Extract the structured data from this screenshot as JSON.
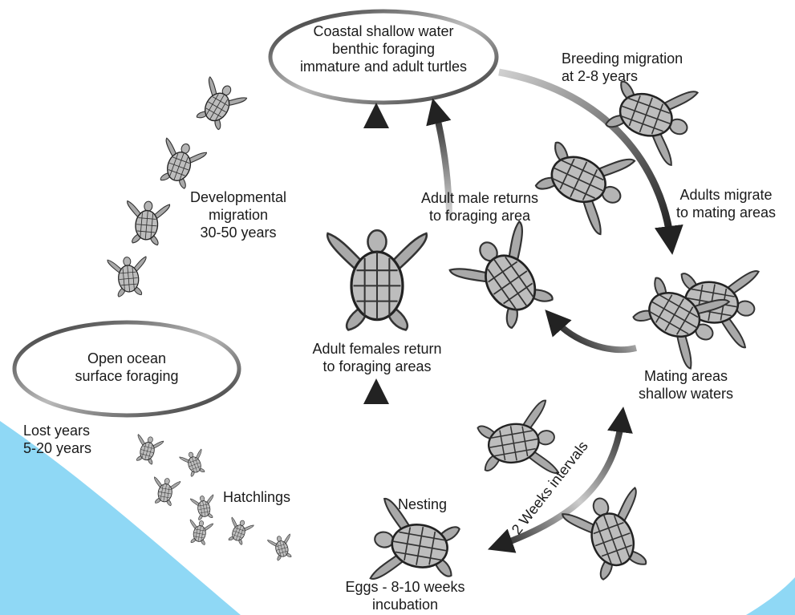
{
  "colors": {
    "background": "#ffffff",
    "corner_accent": "#8fd8f5",
    "ink": "#1a1a1a",
    "turtle_fill": "#bdbdbd",
    "arrow_dark": "#2a2a2a",
    "arrow_light": "#d8d8d8"
  },
  "nodes": {
    "coastal": [
      "Coastal shallow water",
      "benthic foraging",
      "immature and adult turtles"
    ],
    "open_ocean": [
      "Open ocean",
      "surface foraging"
    ]
  },
  "labels": {
    "breeding": [
      "Breeding migration",
      "at 2-8 years"
    ],
    "adults_migrate": [
      "Adults migrate",
      "to mating areas"
    ],
    "developmental": [
      "Developmental",
      "migration",
      "30-50 years"
    ],
    "adult_male": [
      "Adult male returns",
      "to foraging area"
    ],
    "adult_females": [
      "Adult females return",
      "to foraging areas"
    ],
    "mating": [
      "Mating areas",
      "shallow waters"
    ],
    "lost_years": [
      "Lost years",
      "5-20 years"
    ],
    "hatchlings": "Hatchlings",
    "nesting": "Nesting",
    "intervals": "2 Weeks intervals",
    "eggs": [
      "Eggs - 8-10 weeks",
      "incubation"
    ]
  },
  "icons": {
    "turtle": "sea-turtle-icon",
    "arrow": "arrow-icon"
  }
}
